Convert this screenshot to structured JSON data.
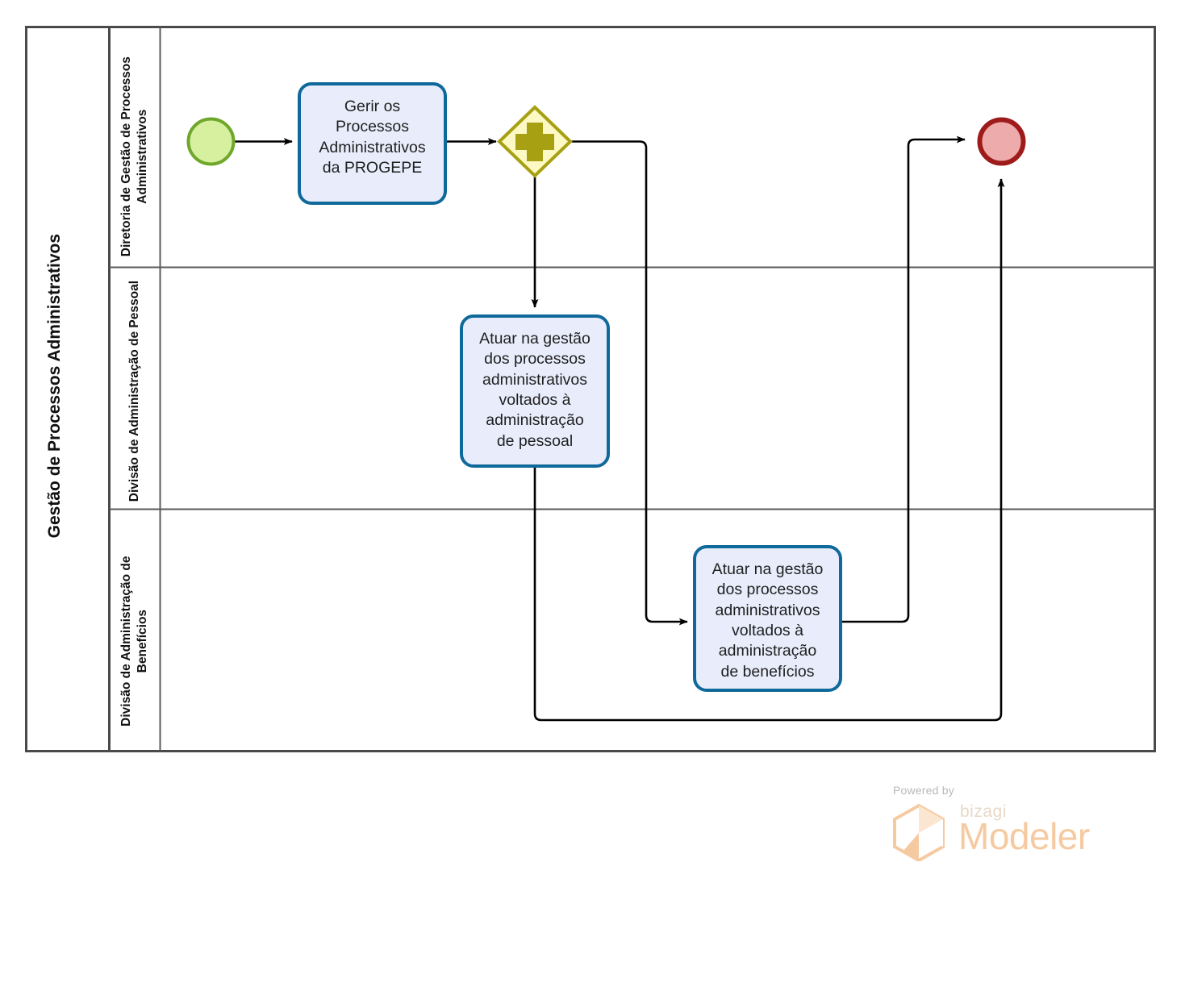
{
  "diagram": {
    "type": "bpmn-process-diagram",
    "pool": {
      "title": "Gestão de Processos Administrativos",
      "lanes": [
        {
          "id": "lane-diretoria",
          "title": "Diretoria de Gestão de Processos Administrativos"
        },
        {
          "id": "lane-pessoal",
          "title": "Divisão de Administração de Pessoal"
        },
        {
          "id": "lane-beneficios",
          "title": "Divisão de Administração de Benefícios"
        }
      ]
    },
    "events": [
      {
        "id": "start-event",
        "kind": "start",
        "label": "",
        "fill": "#d6f0a0",
        "stroke": "#6fa72a"
      },
      {
        "id": "end-event",
        "kind": "end",
        "label": "",
        "fill": "#eeabab",
        "stroke": "#9e1b1b"
      }
    ],
    "gateways": [
      {
        "id": "parallel-gateway",
        "kind": "parallel",
        "symbol": "+",
        "fill": "#fdf9c4",
        "stroke": "#a8a013"
      }
    ],
    "tasks": [
      {
        "id": "task-gerir-processos",
        "lane": "lane-diretoria",
        "label": "Gerir os\nProcessos\nAdministrativos\nda PROGEPE",
        "fill": "#e9edfb",
        "stroke": "#10699b"
      },
      {
        "id": "task-gestao-pessoal",
        "lane": "lane-pessoal",
        "label": "Atuar na gestão\ndos processos\nadministrativos\nvoltados à\nadministração\nde pessoal",
        "fill": "#e9edfb",
        "stroke": "#10699b"
      },
      {
        "id": "task-gestao-beneficios",
        "lane": "lane-beneficios",
        "label": "Atuar na gestão\ndos processos\nadministrativos\nvoltados à\nadministração\nde benefícios",
        "fill": "#e9edfb",
        "stroke": "#10699b"
      }
    ],
    "flows": [
      {
        "id": "flow-start-to-gerir",
        "from": "start-event",
        "to": "task-gerir-processos"
      },
      {
        "id": "flow-gerir-to-gateway",
        "from": "task-gerir-processos",
        "to": "parallel-gateway"
      },
      {
        "id": "flow-gateway-to-pessoal",
        "from": "parallel-gateway",
        "to": "task-gestao-pessoal"
      },
      {
        "id": "flow-gateway-to-beneficios",
        "from": "parallel-gateway",
        "to": "task-gestao-beneficios"
      },
      {
        "id": "flow-pessoal-to-end",
        "from": "task-gestao-pessoal",
        "to": "end-event"
      },
      {
        "id": "flow-beneficios-to-end",
        "from": "task-gestao-beneficios",
        "to": "end-event"
      }
    ],
    "colors": {
      "pool_border": "#4a4a4a",
      "lane_border": "#5a5a5a",
      "connector": "#000000",
      "task_fill": "#e9edfb",
      "task_stroke": "#10699b",
      "start_fill": "#d6f0a0",
      "start_stroke": "#6fa72a",
      "end_fill": "#eeabab",
      "end_stroke": "#9e1b1b",
      "gateway_fill": "#fdf9c4",
      "gateway_stroke": "#a8a013"
    }
  },
  "watermark": {
    "powered_by": "Powered by",
    "brand": "bizagi",
    "product": "Modeler",
    "accent": "#f6caa0"
  }
}
